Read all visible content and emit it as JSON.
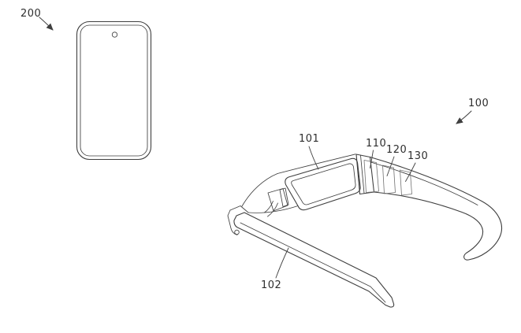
{
  "figure": {
    "type": "patent-line-drawing",
    "background_color": "#ffffff",
    "line_color": "#3f3f3f",
    "detail_line_color": "#707070",
    "labels": {
      "phone_ref": "200",
      "glasses_ref": "100",
      "lens_ref": "101",
      "left_temple_ref": "102",
      "component_a_ref": "110",
      "component_b_ref": "120",
      "component_c_ref": "130"
    }
  }
}
